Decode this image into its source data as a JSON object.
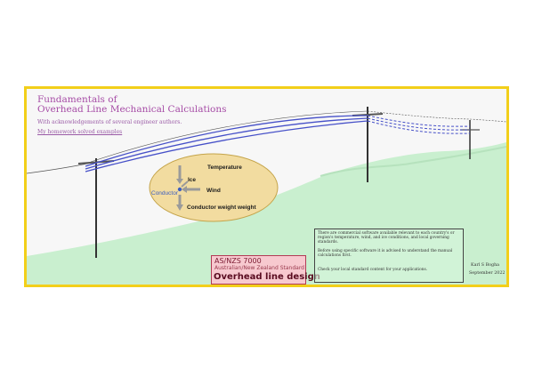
{
  "slide": {
    "title_line1": "Fundamentals of",
    "title_line2": "Overhead Line Mechanical Calculations",
    "acknowledgement": "With acknowledgements of several engineer authors.",
    "homework_link": "My homework solved examples"
  },
  "diagram": {
    "temperature": "Temperature",
    "ice": "Ice",
    "wind": "Wind",
    "conductor": "Conductor",
    "conductor_weight": "Conductor weight weight"
  },
  "standard": {
    "code": "AS/NZS 7000",
    "name": "Australian/New Zealand Standard",
    "title": "Overhead line design"
  },
  "note": {
    "p1": "There are commercial software available relevant to each country's or region's temperature, wind, and ice conditions, and local governing standards.",
    "p2": "Before using specific software it is advised to understand the manual calculations first.",
    "p3": "Check your local standard content for your applications."
  },
  "author": "Karl S Bogha",
  "date": "September 2022",
  "colors": {
    "frame": "#f2cf1a",
    "title": "#a64ca6",
    "hill": "#c9efcf",
    "conductor": "#4650c8",
    "ellipse": "#f2dca0"
  }
}
